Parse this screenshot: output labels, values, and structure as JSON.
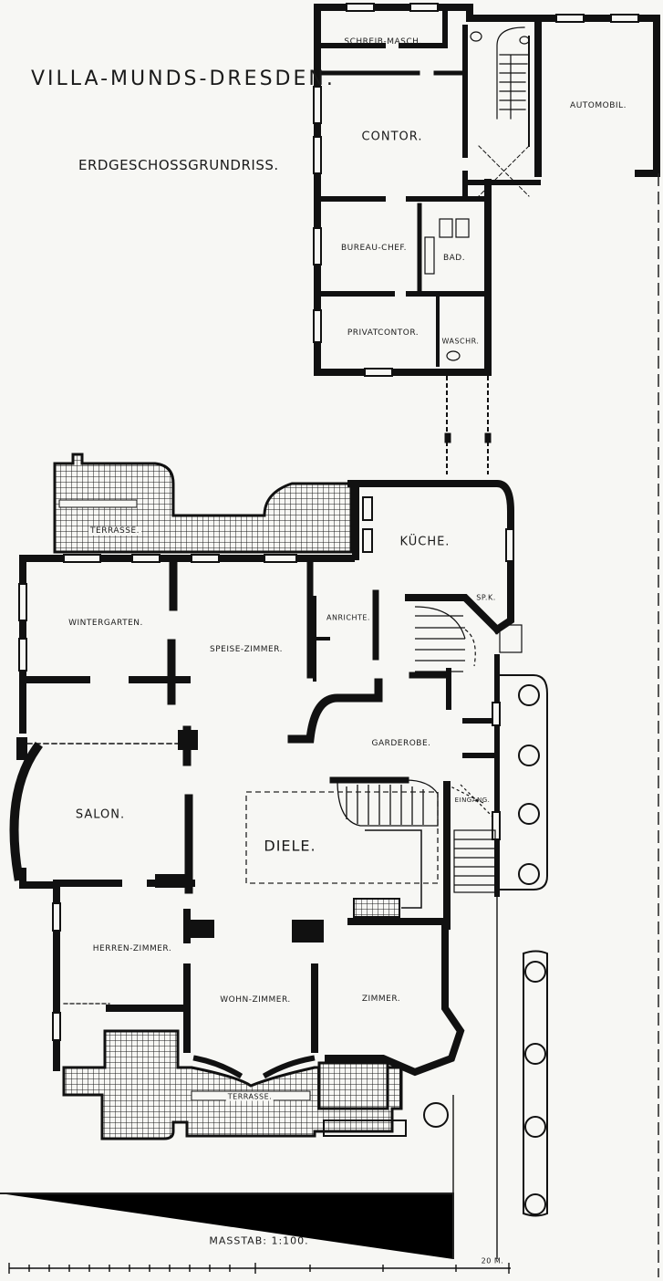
{
  "title": "Villa-Munds-Dresden.",
  "subtitle": "Erdgeschossgrundriss.",
  "rooms": {
    "schreib_masch": "Schreib-Masch.",
    "automobil": "Automobil.",
    "contor": "Contor.",
    "bureau_chef": "Bureau-Chef.",
    "bad": "Bad.",
    "privatcontor": "Privatcontor.",
    "waschr": "Waschr.",
    "terrasse_top": "Terrasse.",
    "kueche": "Küche.",
    "wintergarten": "Wintergarten.",
    "speise_zimmer": "Speise-Zimmer.",
    "anrichte": "Anrichte.",
    "spk": "Sp.K.",
    "garderobe": "Garderobe.",
    "salon": "Salon.",
    "diele": "Diele.",
    "eingang": "Eingang.",
    "herren_zimmer": "Herren-Zimmer.",
    "wohn_zimmer": "Wohn-Zimmer.",
    "zimmer": "Zimmer.",
    "terrasse_bottom": "Terrasse."
  },
  "scale": {
    "label": "Masstab: 1:100.",
    "end_label": "20 M."
  }
}
